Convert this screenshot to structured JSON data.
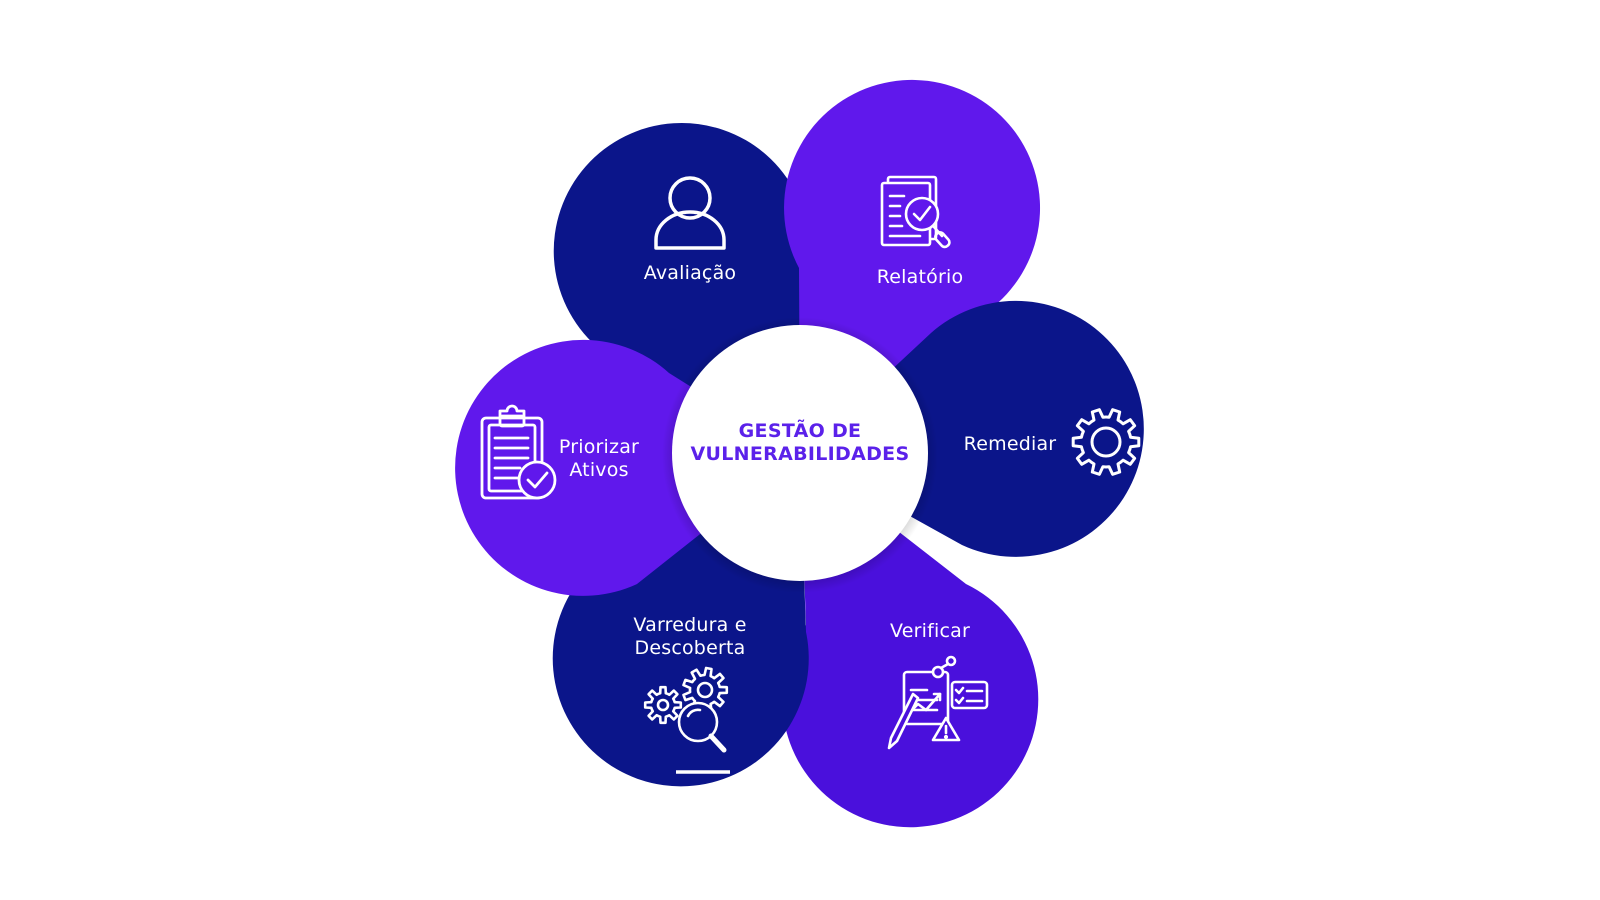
{
  "center": {
    "line1": "GESTÃO DE",
    "line2": "VULNERABILIDADES"
  },
  "petals": {
    "avaliacao": {
      "label": "Avaliação",
      "color": "#0b158a",
      "icon": "user-icon"
    },
    "relatorio": {
      "label": "Relatório",
      "color": "#6018ec",
      "icon": "report-search-icon"
    },
    "remediar": {
      "label": "Remediar",
      "color": "#0b158a",
      "icon": "gear-icon"
    },
    "verificar": {
      "label": "Verificar",
      "color": "#4a10dc",
      "icon": "analysis-checklist-icon"
    },
    "varredura": {
      "line1": "Varredura e",
      "line2": "Descoberta",
      "color": "#0b158a",
      "icon": "gears-magnifier-icon"
    },
    "priorizar": {
      "line1": "Priorizar",
      "line2": "Ativos",
      "color": "#6018ec",
      "icon": "clipboard-check-icon"
    }
  },
  "colors": {
    "dark_blue": "#0b158a",
    "purple": "#6018ec",
    "violet": "#4a10dc",
    "center_text": "#5b21ea",
    "center_fill": "#ffffff"
  }
}
